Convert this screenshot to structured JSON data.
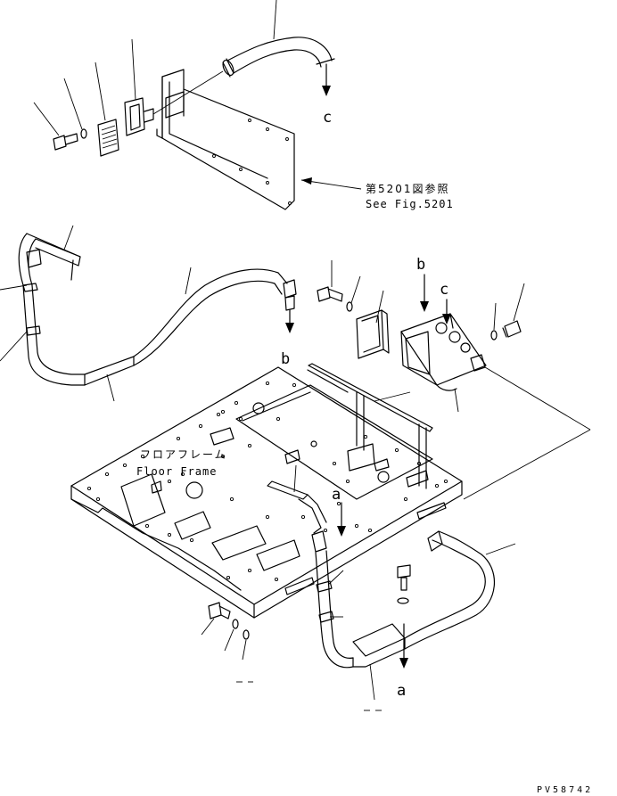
{
  "labels": {
    "c_top": "c",
    "b_left": "b",
    "b_right": "b",
    "c_right": "c",
    "a_mid": "a",
    "a_bottom": "a"
  },
  "reference": {
    "jp": "第5201図参照",
    "en": "See Fig.5201"
  },
  "frame_label": {
    "jp": "フロアフレーム",
    "en": "Floor Frame"
  },
  "drawing_code": "PV58742",
  "colors": {
    "ink": "#000000",
    "paper": "#ffffff"
  }
}
